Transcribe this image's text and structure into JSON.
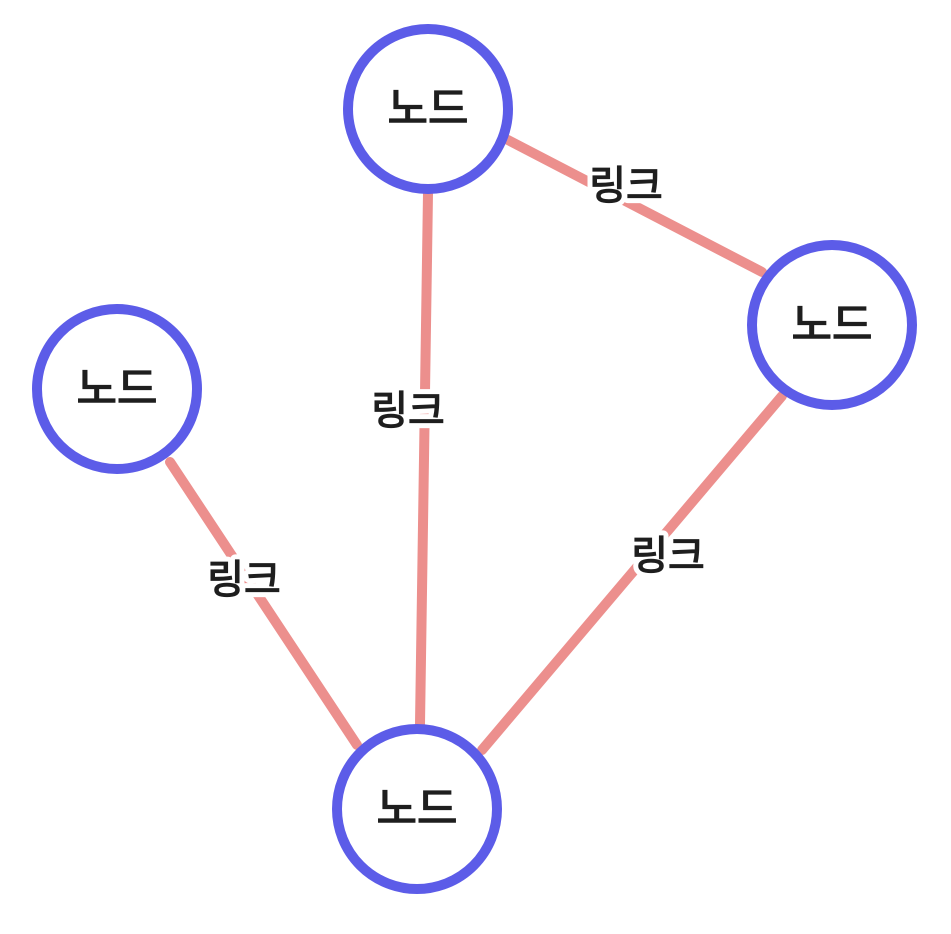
{
  "colors": {
    "node_stroke": "#5c5ce8",
    "node_fill": "#ffffff",
    "link_stroke": "#ec8f8d",
    "text": "#1e1e1e"
  },
  "nodes": [
    {
      "id": "top",
      "label": "노드"
    },
    {
      "id": "right",
      "label": "노드"
    },
    {
      "id": "left",
      "label": "노드"
    },
    {
      "id": "bottom",
      "label": "노드"
    }
  ],
  "links": [
    {
      "from": "top",
      "to": "right",
      "label": "링크"
    },
    {
      "from": "top",
      "to": "bottom",
      "label": "링크"
    },
    {
      "from": "left",
      "to": "bottom",
      "label": "링크"
    },
    {
      "from": "right",
      "to": "bottom",
      "label": "링크"
    }
  ]
}
